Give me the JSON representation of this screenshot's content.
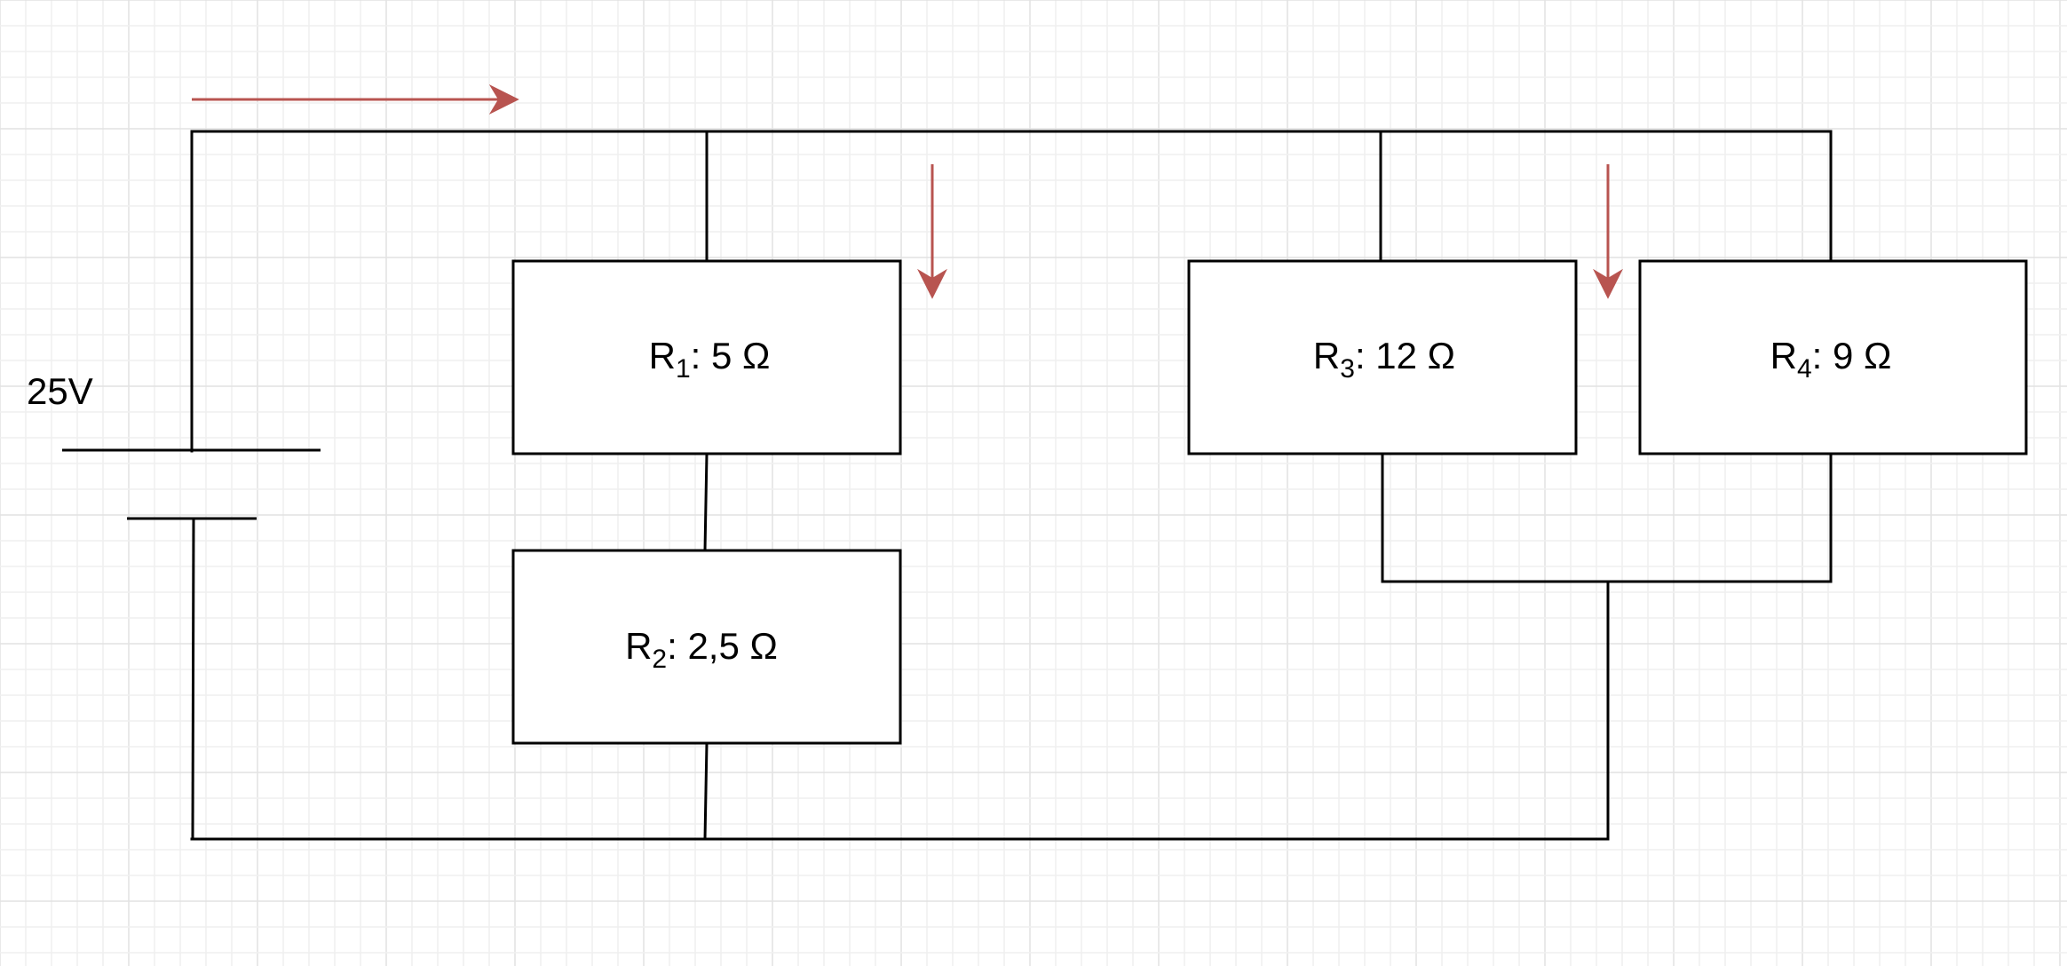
{
  "source": {
    "voltage_label": "25V"
  },
  "resistors": [
    {
      "id": "r1",
      "symbol": "R",
      "index": "1",
      "value": ": 5 Ω"
    },
    {
      "id": "r2",
      "symbol": "R",
      "index": "2",
      "value": ": 2,5 Ω"
    },
    {
      "id": "r3",
      "symbol": "R",
      "index": "3",
      "value": ": 12 Ω"
    },
    {
      "id": "r4",
      "symbol": "R",
      "index": "4",
      "value": ": 9 Ω"
    }
  ],
  "colors": {
    "wire": "#000000",
    "current_arrow": "#b85450",
    "grid": "#e2e2e2"
  },
  "icons": {
    "current_arrow": "arrow-right-icon",
    "branch_arrow": "arrow-down-icon"
  }
}
